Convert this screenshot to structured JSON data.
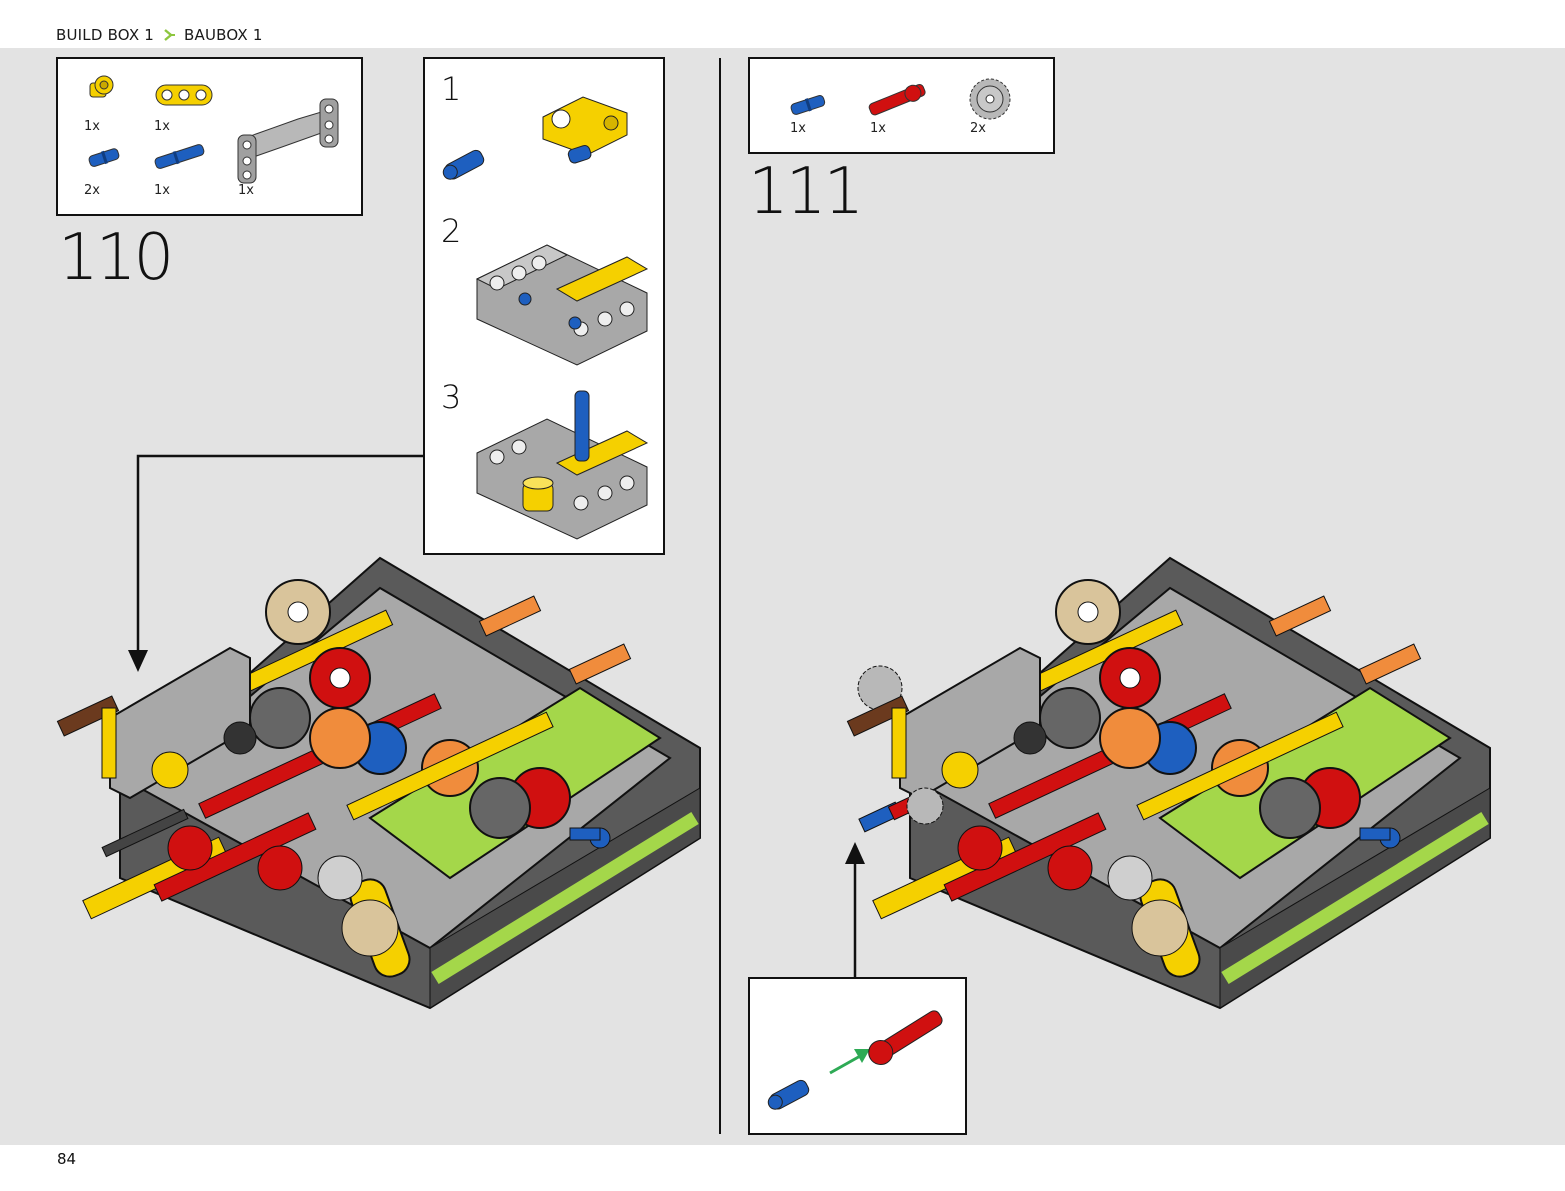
{
  "header": {
    "crumb1": "BUILD BOX 1",
    "crumb2": "BAUBOX 1",
    "chevron_icon": "chevron-right-icon",
    "chevron_color": "#8dc63f"
  },
  "step110": {
    "number": "110",
    "parts": [
      {
        "name": "yellow-connector",
        "qty": "1x"
      },
      {
        "name": "yellow-double-connector",
        "qty": "1x"
      },
      {
        "name": "blue-pin",
        "qty": "2x"
      },
      {
        "name": "blue-long-pin",
        "qty": "1x"
      },
      {
        "name": "gray-frame-beam",
        "qty": "1x"
      }
    ],
    "substeps": [
      "1",
      "2",
      "3"
    ]
  },
  "step111": {
    "number": "111",
    "parts": [
      {
        "name": "blue-pin",
        "qty": "1x"
      },
      {
        "name": "red-axle-pin",
        "qty": "1x"
      },
      {
        "name": "gray-gear",
        "qty": "2x"
      }
    ]
  },
  "colors": {
    "sheet": "#e3e3e3",
    "dark_gray": "#5a5a5a",
    "light_gray": "#a8a8a8",
    "yellow": "#f5d000",
    "red": "#d01010",
    "blue": "#1e5fbf",
    "orange": "#f08c3c",
    "lime": "#a4d74a",
    "tan": "#d9c49b",
    "brown": "#6b3a1e"
  },
  "footer": {
    "page": "84"
  }
}
